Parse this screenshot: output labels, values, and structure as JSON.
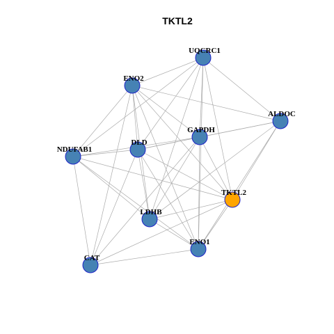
{
  "title": "TKTL2",
  "colors": {
    "node_fill": "#4682b4",
    "node_stroke": "#1e22c8",
    "highlight_fill": "#ffa500",
    "edge": "#aaaaaa",
    "background": "#ffffff"
  },
  "nodes": [
    {
      "id": "UQCRC1",
      "label": "UQCRC1",
      "highlight": false
    },
    {
      "id": "ENO2",
      "label": "ENO2",
      "highlight": false
    },
    {
      "id": "ALDOC",
      "label": "ALDOC",
      "highlight": false
    },
    {
      "id": "GAPDH",
      "label": "GAPDH",
      "highlight": false
    },
    {
      "id": "DLD",
      "label": "DLD",
      "highlight": false
    },
    {
      "id": "NDUFAB1",
      "label": "NDUFAB1",
      "highlight": false
    },
    {
      "id": "TKTL2",
      "label": "TKTL2",
      "highlight": true
    },
    {
      "id": "LDHB",
      "label": "LDHB",
      "highlight": false
    },
    {
      "id": "ENO1",
      "label": "ENO1",
      "highlight": false
    },
    {
      "id": "CAT",
      "label": "CAT",
      "highlight": false
    }
  ],
  "edges": [
    [
      "UQCRC1",
      "ENO2"
    ],
    [
      "UQCRC1",
      "ALDOC"
    ],
    [
      "UQCRC1",
      "GAPDH"
    ],
    [
      "UQCRC1",
      "DLD"
    ],
    [
      "UQCRC1",
      "NDUFAB1"
    ],
    [
      "UQCRC1",
      "TKTL2"
    ],
    [
      "UQCRC1",
      "LDHB"
    ],
    [
      "UQCRC1",
      "ENO1"
    ],
    [
      "ENO2",
      "ALDOC"
    ],
    [
      "ENO2",
      "GAPDH"
    ],
    [
      "ENO2",
      "DLD"
    ],
    [
      "ENO2",
      "NDUFAB1"
    ],
    [
      "ENO2",
      "TKTL2"
    ],
    [
      "ENO2",
      "LDHB"
    ],
    [
      "ENO2",
      "ENO1"
    ],
    [
      "ENO2",
      "CAT"
    ],
    [
      "ALDOC",
      "GAPDH"
    ],
    [
      "ALDOC",
      "DLD"
    ],
    [
      "ALDOC",
      "TKTL2"
    ],
    [
      "ALDOC",
      "LDHB"
    ],
    [
      "ALDOC",
      "ENO1"
    ],
    [
      "GAPDH",
      "DLD"
    ],
    [
      "GAPDH",
      "NDUFAB1"
    ],
    [
      "GAPDH",
      "TKTL2"
    ],
    [
      "GAPDH",
      "LDHB"
    ],
    [
      "GAPDH",
      "ENO1"
    ],
    [
      "GAPDH",
      "CAT"
    ],
    [
      "DLD",
      "NDUFAB1"
    ],
    [
      "DLD",
      "TKTL2"
    ],
    [
      "DLD",
      "LDHB"
    ],
    [
      "DLD",
      "ENO1"
    ],
    [
      "DLD",
      "CAT"
    ],
    [
      "NDUFAB1",
      "TKTL2"
    ],
    [
      "NDUFAB1",
      "LDHB"
    ],
    [
      "NDUFAB1",
      "ENO1"
    ],
    [
      "NDUFAB1",
      "CAT"
    ],
    [
      "TKTL2",
      "LDHB"
    ],
    [
      "TKTL2",
      "ENO1"
    ],
    [
      "TKTL2",
      "CAT"
    ],
    [
      "LDHB",
      "ENO1"
    ],
    [
      "CAT",
      "ENO1"
    ]
  ]
}
